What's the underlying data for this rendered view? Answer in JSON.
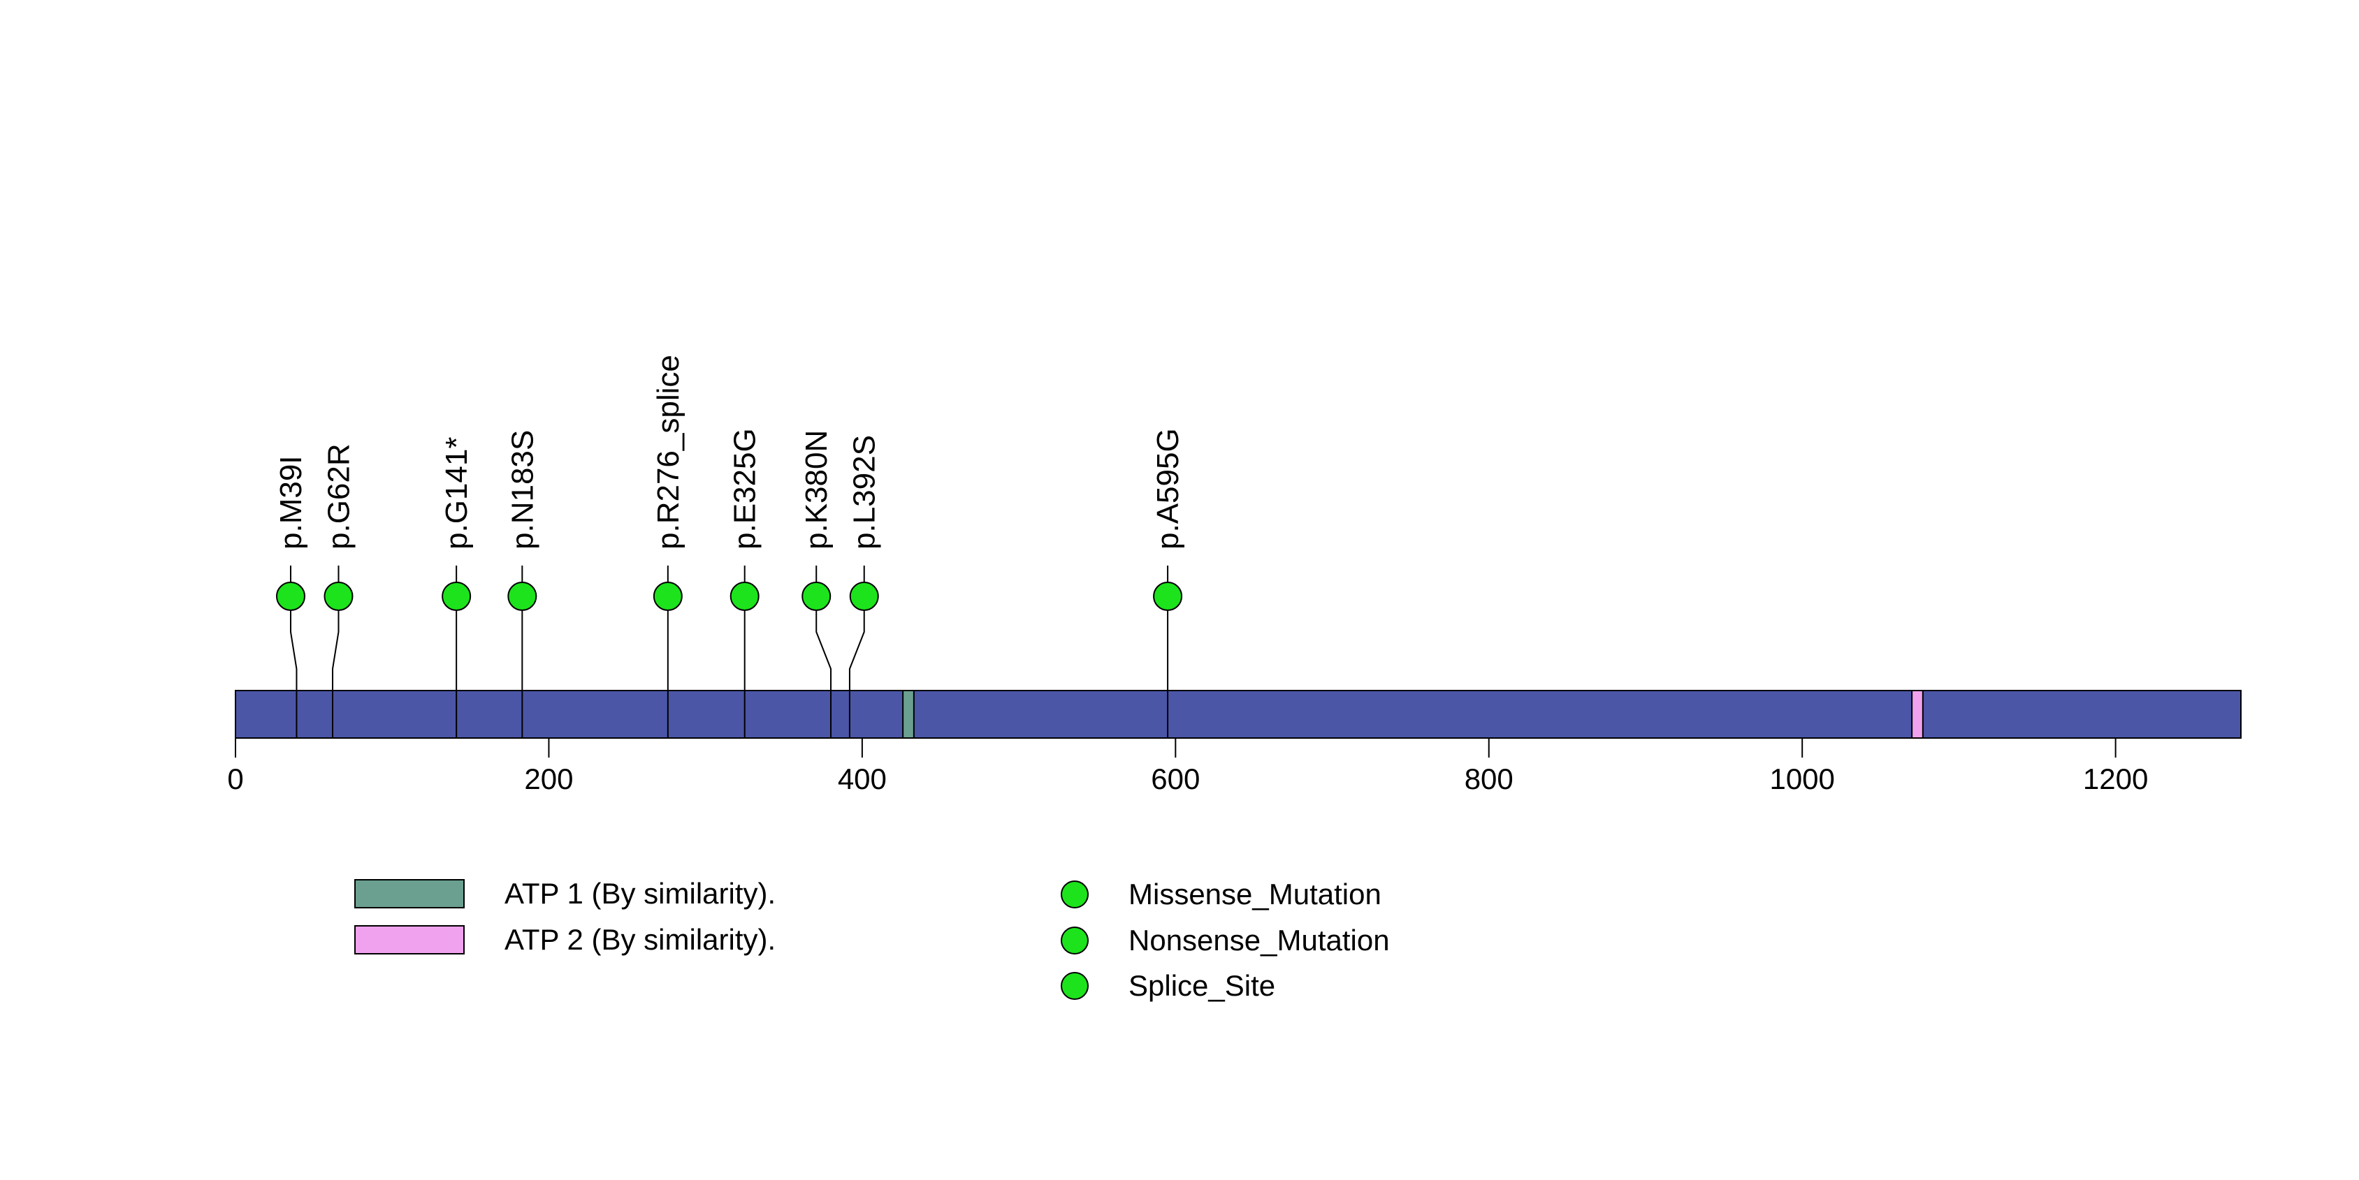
{
  "chart_data": {
    "type": "lollipop",
    "title": "",
    "xlabel": "",
    "protein_length": 1280,
    "axis": {
      "ticks": [
        0,
        200,
        400,
        600,
        800,
        1000,
        1200
      ],
      "xmin": 0,
      "xmax": 1280,
      "grid": false
    },
    "backbone_color": "#4b56a7",
    "mutation_marker_color": "#1ce31c",
    "mutations": [
      {
        "label": "p.M39I",
        "position": 39
      },
      {
        "label": "p.G62R",
        "position": 62
      },
      {
        "label": "p.G141*",
        "position": 141
      },
      {
        "label": "p.N183S",
        "position": 183
      },
      {
        "label": "p.R276_splice",
        "position": 276
      },
      {
        "label": "p.E325G",
        "position": 325
      },
      {
        "label": "p.K380N",
        "position": 380
      },
      {
        "label": "p.L392S",
        "position": 392
      },
      {
        "label": "p.A595G",
        "position": 595
      }
    ],
    "domains": [
      {
        "label": "ATP 1 (By similarity).",
        "start": 426,
        "end": 433,
        "color": "#6ba091"
      },
      {
        "label": "ATP 2 (By similarity).",
        "start": 1070,
        "end": 1077,
        "color": "#f0a2ee"
      }
    ],
    "legend_mutation_types": [
      {
        "label": "Missense_Mutation",
        "color": "#1ce31c"
      },
      {
        "label": "Nonsense_Mutation",
        "color": "#1ce31c"
      },
      {
        "label": "Splice_Site",
        "color": "#1ce31c"
      }
    ]
  }
}
